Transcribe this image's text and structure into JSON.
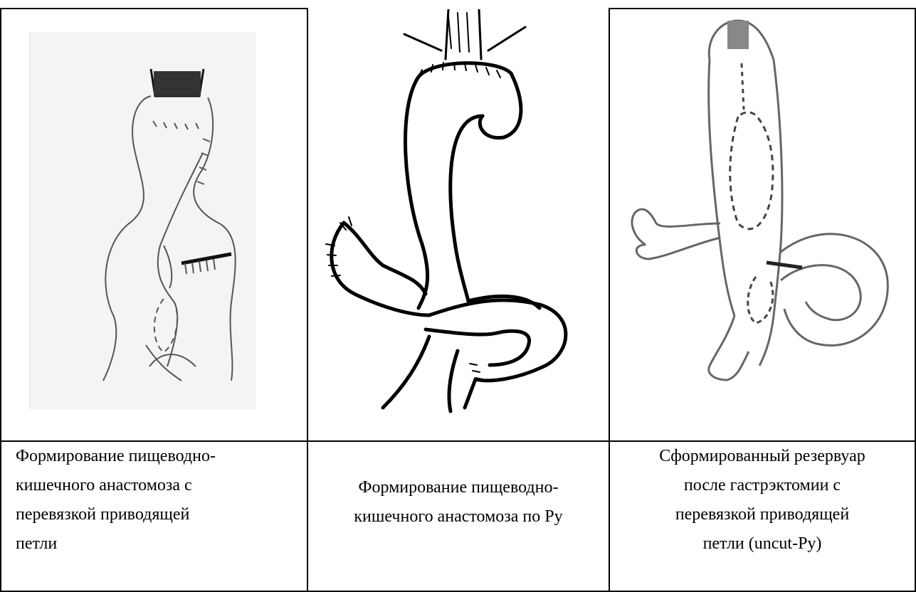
{
  "figures": [
    {
      "illustration": "esophagojejunal-anastomosis-with-afferent-ligation",
      "caption_lines": [
        "Формирование  пищеводно-",
        "кишечного анастомоза с",
        "перевязкой приводящей",
        "петли"
      ]
    },
    {
      "illustration": "esophagojejunal-anastomosis-roux-en-y",
      "caption_lines": [
        "Формирование пищеводно-",
        "кишечного анастомоза по Ру"
      ]
    },
    {
      "illustration": "reservoir-after-gastrectomy-uncut-roux",
      "caption_lines": [
        "Сформированный резервуар",
        "после гастрэктомии с",
        "перевязкой приводящей",
        "петли (uncut-Ру)"
      ]
    }
  ]
}
